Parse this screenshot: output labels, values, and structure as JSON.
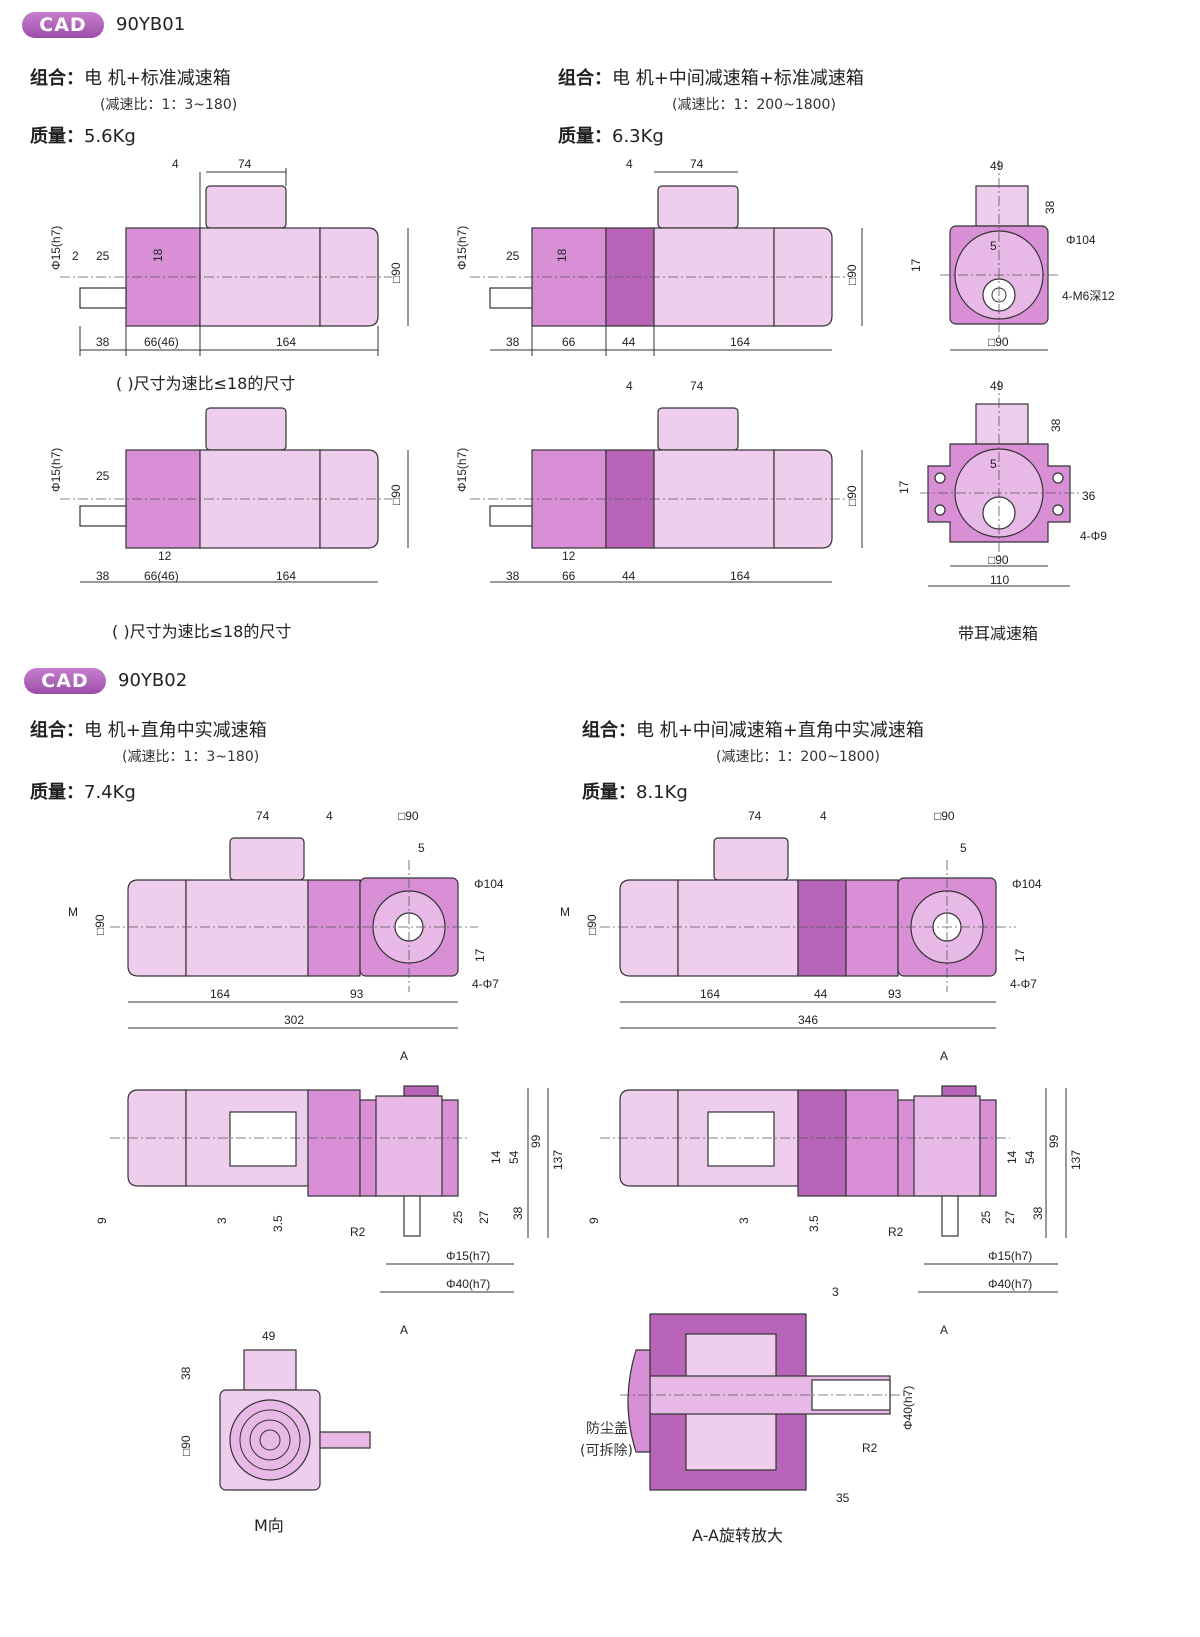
{
  "section1": {
    "badge": "CAD",
    "model": "90YB01",
    "left": {
      "combo_label": "组合：",
      "combo_value": "电 机+标准减速箱",
      "ratio": "(减速比：1：3~180)",
      "mass_label": "质量：",
      "mass_value": "5.6Kg",
      "note": "( )尺寸为速比≤18的尺寸"
    },
    "right": {
      "combo_label": "组合：",
      "combo_value": "电 机+中间减速箱+标准减速箱",
      "ratio": "(减速比：1：200~1800)",
      "mass_label": "质量：",
      "mass_value": "6.3Kg"
    },
    "ear_caption": "带耳减速箱"
  },
  "section2": {
    "badge": "CAD",
    "model": "90YB02",
    "left": {
      "combo_label": "组合：",
      "combo_value": "电 机+直角中实减速箱",
      "ratio": "(减速比：1：3~180)",
      "mass_label": "质量：",
      "mass_value": "7.4Kg"
    },
    "right": {
      "combo_label": "组合：",
      "combo_value": "电 机+中间减速箱+直角中实减速箱",
      "ratio": "(减速比：1：200~1800)",
      "mass_label": "质量：",
      "mass_value": "8.1Kg"
    },
    "m_view_caption": "M向",
    "aa_caption": "A-A旋转放大",
    "dust_cover": "防尘盖",
    "dust_cover_note": "(可拆除)"
  },
  "dims": {
    "d74": "74",
    "d4": "4",
    "d49": "49",
    "d38": "38",
    "d90": "□90",
    "d104": "Φ104",
    "d5": "5",
    "d17": "17",
    "m6": "4-M6深12",
    "d18": "18",
    "d25": "25",
    "d2": "2",
    "d15h7": "Φ15(h7)",
    "d66_46": "66(46)",
    "d66": "66",
    "d44": "44",
    "d164": "164",
    "d12": "12",
    "d36": "36",
    "d110": "110",
    "d4phi9": "4-Φ9",
    "d93": "93",
    "d302": "302",
    "d346": "346",
    "d4phi7": "4-Φ7",
    "M": "M",
    "A": "A",
    "d14": "14",
    "d54": "54",
    "d99": "99",
    "d137": "137",
    "d27": "27",
    "d9": "9",
    "d3": "3",
    "d3_5": "3.5",
    "r2": "R2",
    "d40h7": "Φ40(h7)",
    "d35": "35"
  },
  "colors": {
    "light": "#efcdec",
    "mid": "#d98fd6",
    "dark": "#b864b8",
    "badge": "#b366bd"
  }
}
